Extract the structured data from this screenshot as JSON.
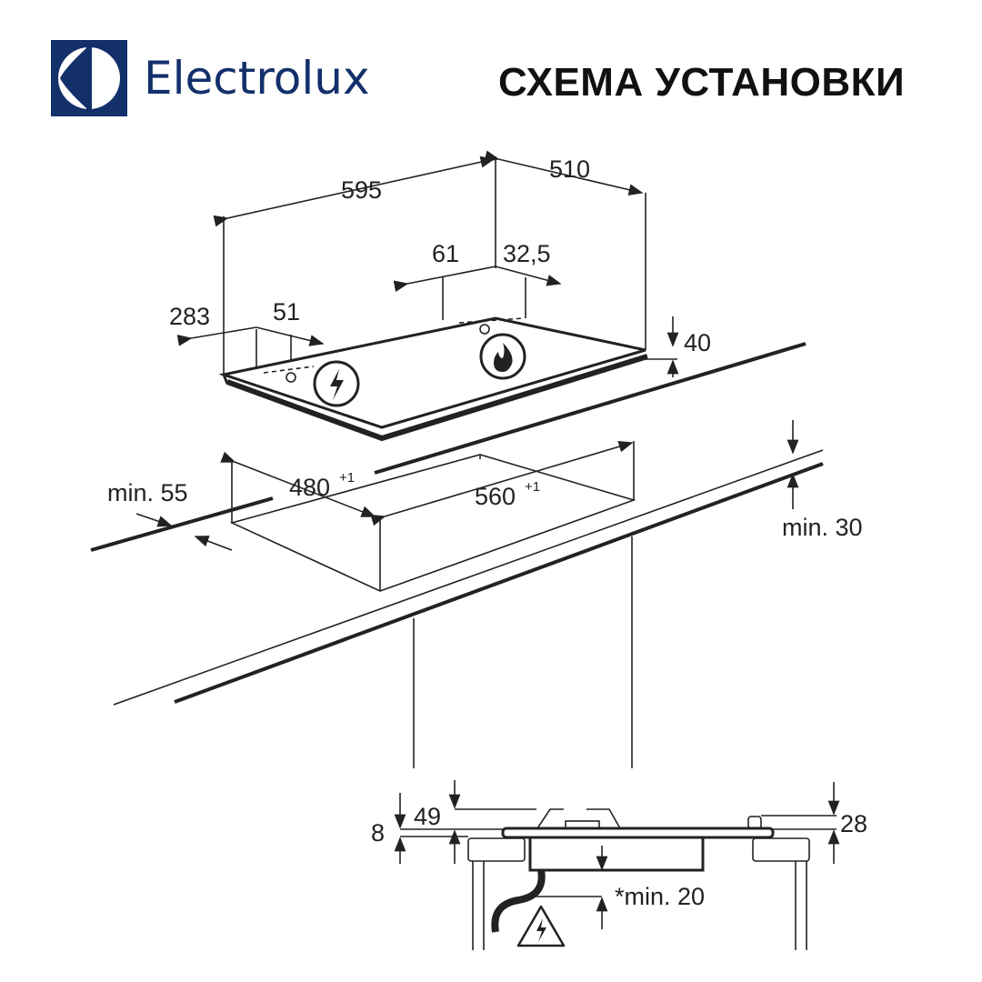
{
  "header": {
    "brand": "Electrolux",
    "title": "СХЕМА УСТАНОВКИ",
    "brand_color": "#13306b"
  },
  "dimensions": {
    "width": "595",
    "depth": "510",
    "d61": "61",
    "d32_5": "32,5",
    "d283": "283",
    "d51": "51",
    "height40": "40",
    "cut_depth": "480",
    "cut_depth_tol": "+1",
    "cut_width": "560",
    "cut_width_tol": "+1",
    "min55": "min. 55",
    "min30": "min. 30",
    "side8": "8",
    "side49": "49",
    "side28": "28",
    "min20": "*min. 20"
  },
  "icons": [
    "electric-connection-icon",
    "gas-flame-icon",
    "electrical-hazard-icon"
  ]
}
